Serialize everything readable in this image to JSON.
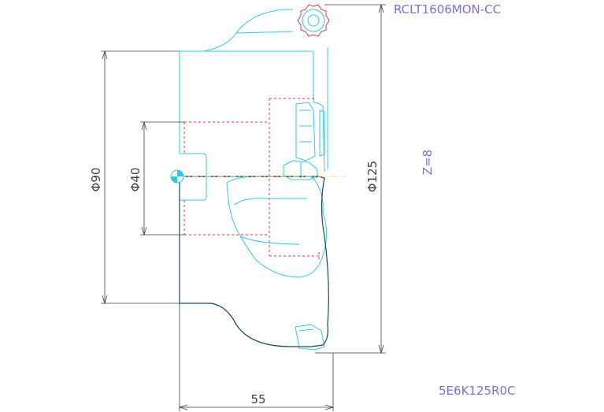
{
  "labels": {
    "insert_code": "RCLT1606MON-CC",
    "tooth_count": "Z=8",
    "part_code": "5E6K125R0C"
  },
  "dimensions": {
    "dia_90": "Φ90",
    "dia_40": "Φ40",
    "dia_125": "Φ125",
    "length_55": "55"
  },
  "colors": {
    "outline_cyan": "#30c8e0",
    "hidden_red": "#e03a3a",
    "dimension_gray": "#404040",
    "label_purple": "#7a6fd6",
    "section_dark": "#1a4a5a",
    "center_yellow": "#e8e060"
  }
}
